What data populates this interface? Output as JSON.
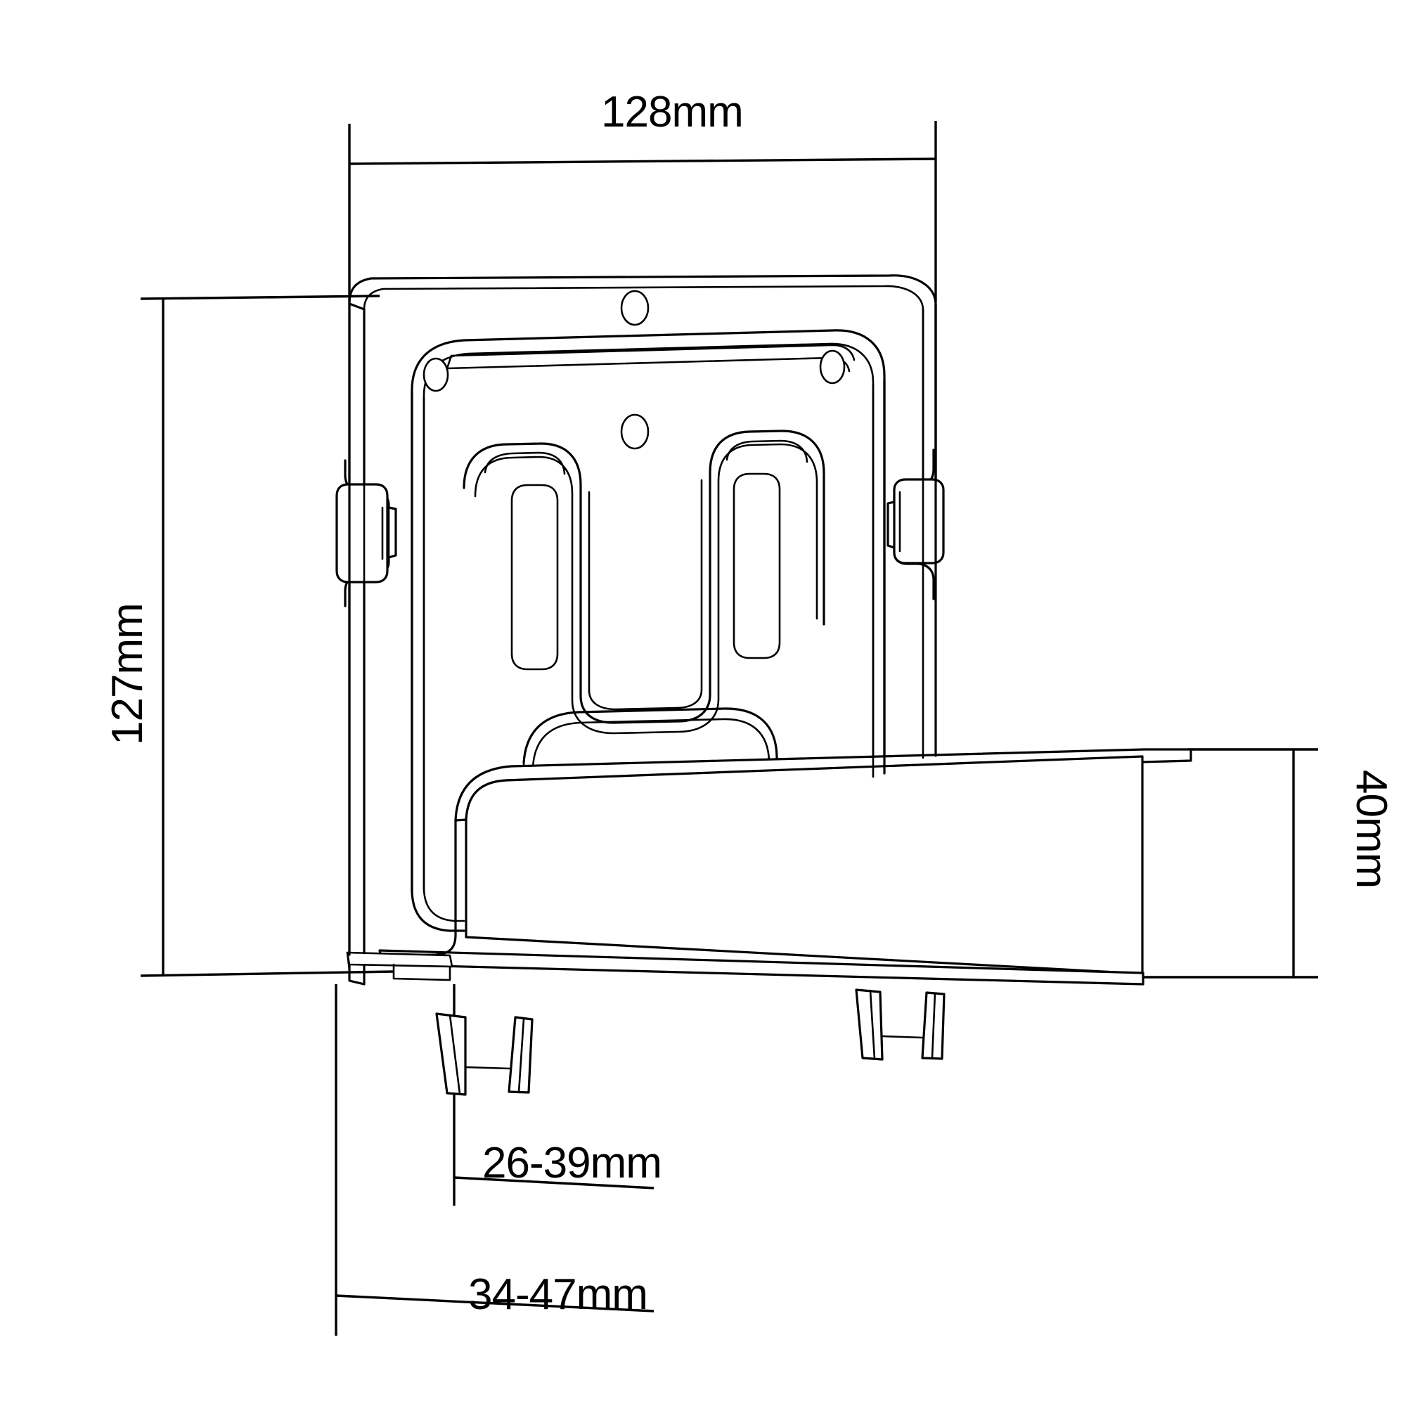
{
  "drawing": {
    "title": "Wall mount bracket dimensional drawing",
    "subject": "media-player-wall-mount-bracket",
    "view": "front-perspective-with-dimensions",
    "background_color": "#ffffff",
    "line_color": "#000000",
    "units": "mm"
  },
  "dimensions": {
    "width_top": {
      "label": "128mm",
      "value": 128,
      "unit": "mm",
      "orientation": "horizontal",
      "position": "top"
    },
    "height_left": {
      "label": "127mm",
      "value": 127,
      "unit": "mm",
      "orientation": "vertical-rotated-ccw",
      "position": "left"
    },
    "depth_right": {
      "label": "40mm",
      "value": 40,
      "unit": "mm",
      "orientation": "vertical-rotated-cw",
      "position": "right"
    },
    "range_inner": {
      "label": "26-39mm",
      "min": 26,
      "max": 39,
      "unit": "mm",
      "orientation": "horizontal",
      "position": "bottom-upper"
    },
    "range_outer": {
      "label": "34-47mm",
      "min": 34,
      "max": 47,
      "unit": "mm",
      "orientation": "horizontal",
      "position": "bottom-lower"
    }
  },
  "parts": {
    "back_plate": "back-mounting-plate",
    "inner_plate": "inner-recessed-plate",
    "u_slot": "u-shaped-center-slot",
    "left_side_tab": "left-side-latch-tab",
    "right_side_tab": "right-side-latch-tab",
    "front_shelf": "front-support-shelf",
    "feet_left": "left-foot-pair",
    "feet_right": "right-foot-pair",
    "holes": [
      "upper-center-hole",
      "lower-center-hole",
      "left-side-hole",
      "right-side-hole"
    ]
  }
}
